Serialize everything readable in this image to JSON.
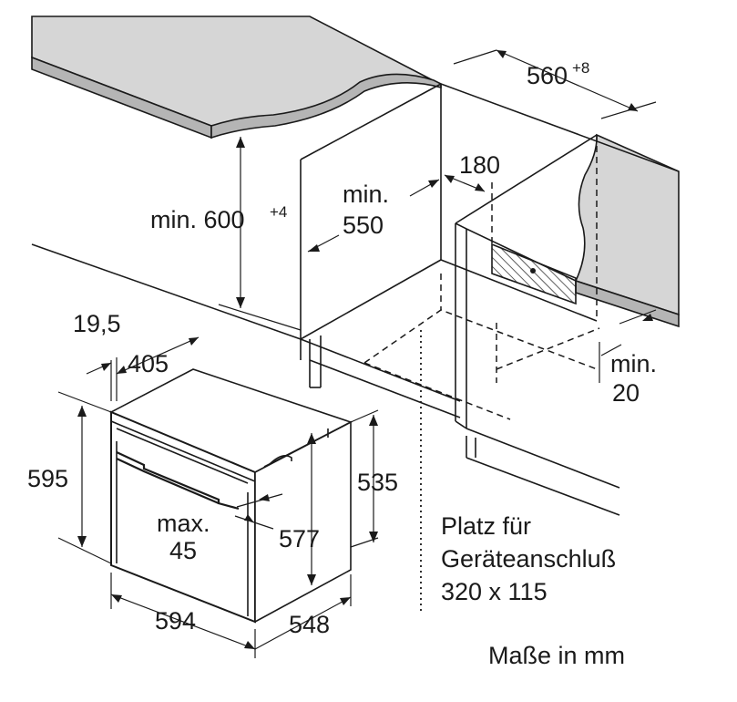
{
  "diagram": {
    "dimensions": {
      "niche_width": "560",
      "niche_width_tol": "+8",
      "niche_height": "min. 600",
      "niche_height_tol": "+4",
      "niche_depth_line1": "min.",
      "niche_depth_line2": "550",
      "vent_offset": "180",
      "gap_label": "19,5",
      "oven_depth_panel": "405",
      "oven_height": "595",
      "oven_body_height": "535",
      "oven_inner_height": "577",
      "handle_line1": "max.",
      "handle_line2": "45",
      "oven_width": "594",
      "oven_depth": "548",
      "back_clearance_line1": "min.",
      "back_clearance_line2": "20"
    },
    "connection_note": {
      "line1": "Platz für",
      "line2": "Geräteanschluß",
      "line3": "320 x 115"
    },
    "units_note": "Maße in mm"
  }
}
